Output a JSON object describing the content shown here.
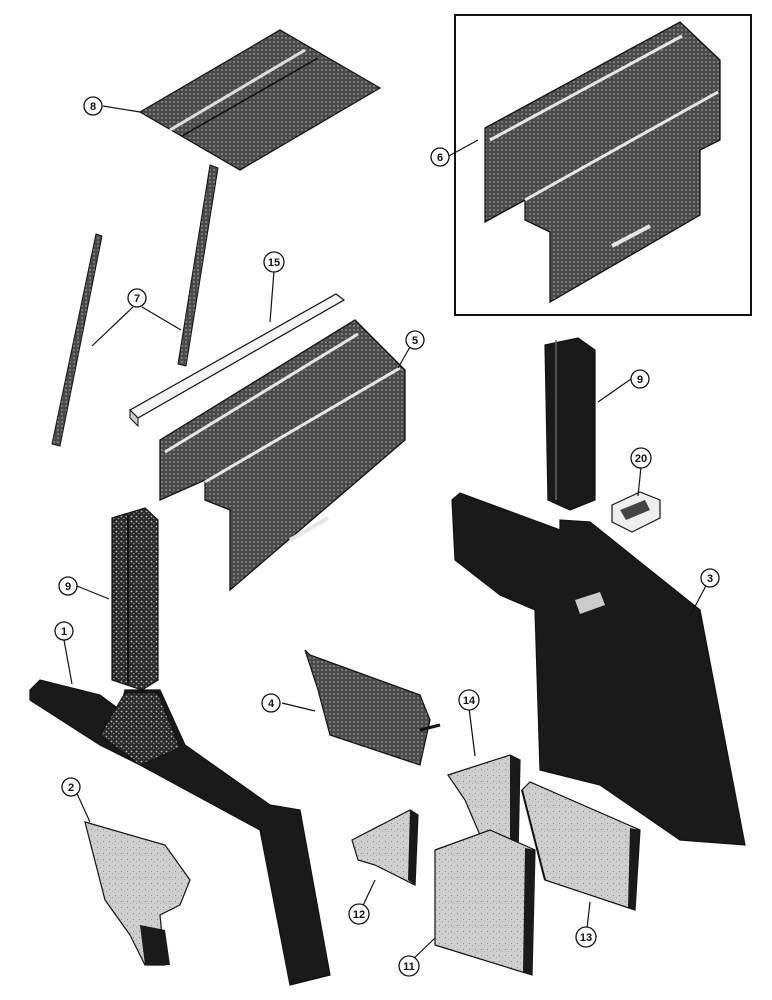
{
  "callouts": [
    {
      "id": "c1",
      "label": "1"
    },
    {
      "id": "c2",
      "label": "2"
    },
    {
      "id": "c3",
      "label": "3"
    },
    {
      "id": "c4",
      "label": "4"
    },
    {
      "id": "c5",
      "label": "5"
    },
    {
      "id": "c6",
      "label": "6"
    },
    {
      "id": "c7",
      "label": "7"
    },
    {
      "id": "c8",
      "label": "8"
    },
    {
      "id": "c9a",
      "label": "9"
    },
    {
      "id": "c9b",
      "label": "9"
    },
    {
      "id": "c11",
      "label": "11"
    },
    {
      "id": "c12",
      "label": "12"
    },
    {
      "id": "c13",
      "label": "13"
    },
    {
      "id": "c14",
      "label": "14"
    },
    {
      "id": "c15",
      "label": "15"
    },
    {
      "id": "c20",
      "label": "20"
    }
  ],
  "colors": {
    "ink": "#111111",
    "panel_dark": "#1a1a1a",
    "panel_mesh": "#3a3a3a",
    "trim_light": "#d9d9d9",
    "paper": "#ffffff"
  }
}
